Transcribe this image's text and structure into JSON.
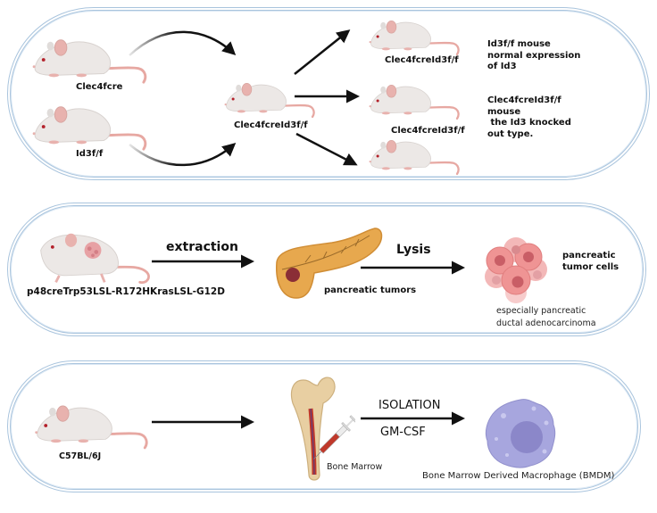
{
  "panel1": {
    "parents": [
      {
        "label": "Clec4fcre",
        "icon": "mouse-icon"
      },
      {
        "label": "Id3f/f",
        "icon": "mouse-icon"
      }
    ],
    "cross_label": "Clec4fcreId3f/f",
    "offspring": [
      {
        "label": "Clec4fcreId3f/f"
      },
      {
        "label": "Clec4fcreId3f/f"
      },
      {
        "label": ""
      }
    ],
    "notes": [
      {
        "lines": [
          "Id3f/f mouse",
          "normal expression",
          "of Id3"
        ]
      },
      {
        "lines": [
          "Clec4fcreId3f/f",
          "mouse",
          " the Id3 knocked",
          "out type."
        ]
      }
    ]
  },
  "panel2": {
    "source_label": "p48creTrp53LSL-R172HKrasLSL-G12D",
    "step1_label": "extraction",
    "organ_label": "pancreatic tumors",
    "step2_label": "Lysis",
    "result_label_lines": [
      "pancreatic",
      "tumor cells"
    ],
    "note_lines": [
      "especially pancreatic",
      "ductal adenocarcinoma"
    ]
  },
  "panel3": {
    "source_label": "C57BL/6J",
    "organ_label": "Bone Marrow",
    "step_label_top": "ISOLATION",
    "step_label_bottom": "GM-CSF",
    "result_label": "Bone Marrow Derived Macrophage (BMDM)"
  },
  "colors": {
    "panel_border": "#a9c4dd",
    "mouse_body": "#ece8e6",
    "mouse_ear": "#e8b2ae",
    "mouse_tail": "#e7a8a2",
    "pancreas": "#e7a84e",
    "tumor": "#8a2e36",
    "tumor_cells": "#ef9494",
    "macrophage": "#a7a6de",
    "macrophage_nucleus": "#8b87c9",
    "bone": "#e8cfa2",
    "marrow": "#c0392b"
  }
}
